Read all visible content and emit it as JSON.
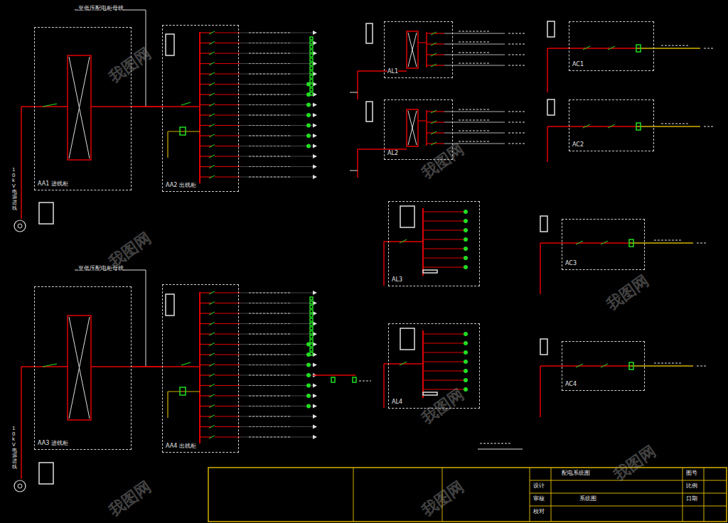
{
  "diagram": {
    "nodes": [
      {
        "text": [
          "AA1 进线柜"
        ]
      },
      {
        "text": [
          "AA2 出线柜"
        ]
      },
      {
        "text": [
          "AA3 进线柜"
        ]
      },
      {
        "text": [
          "AA4 出线柜"
        ]
      },
      {
        "text": [
          "AL1"
        ]
      },
      {
        "text": [
          "AC1"
        ]
      },
      {
        "text": [
          "AL2"
        ]
      },
      {
        "text": [
          "AC2"
        ]
      },
      {
        "text": [
          "AL3"
        ]
      },
      {
        "text": [
          "AC3"
        ]
      },
      {
        "text": [
          "AL4"
        ]
      },
      {
        "text": [
          "AC4"
        ]
      }
    ],
    "edges": [
      {
        "from": 0,
        "to": 1,
        "arrow": "none"
      },
      {
        "from": 2,
        "to": 3,
        "arrow": "none"
      }
    ],
    "labels": [
      "我图网",
      "我图网",
      "我图网",
      "我图网",
      "我图网",
      "我图网",
      "我图网",
      "我图网",
      "至低压配电柜母线",
      "至低压配电柜母线",
      "10kV电源进线",
      "10kV电源进线",
      "配电系统图",
      "系统图",
      "设计",
      "审核",
      "校对",
      "日期",
      "图号",
      "比例"
    ]
  }
}
